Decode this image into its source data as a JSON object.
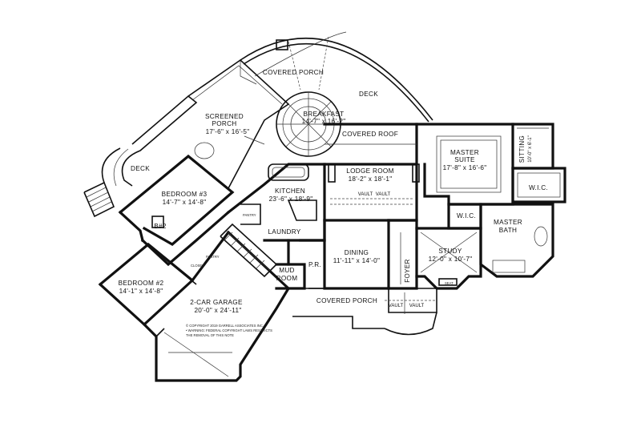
{
  "rooms": {
    "covered_porch_top": {
      "name": "COVERED PORCH"
    },
    "deck_right": {
      "name": "DECK"
    },
    "deck_left": {
      "name": "DECK"
    },
    "screened_porch": {
      "name_1": "SCREENED",
      "name_2": "PORCH",
      "dim": "17'-6\" x 16'-5\""
    },
    "breakfast": {
      "name": "BREAKFAST",
      "dim": "14'-7\" x 16'-2\""
    },
    "covered_roof": {
      "name": "COVERED ROOF"
    },
    "bedroom3": {
      "name": "BEDROOM #3",
      "dim": "14'-7\" x 14'-8\""
    },
    "kitchen": {
      "name": "KITCHEN",
      "dim": "23'-6\" x 18'-9\""
    },
    "lodge_room": {
      "name": "LODGE ROOM",
      "dim": "18'-2\" x 18'-1\"",
      "vault_1": "VAULT",
      "vault_2": "VAULT"
    },
    "master_suite": {
      "name_1": "MASTER",
      "name_2": "SUITE",
      "dim": "17'-8\" x 16'-6\""
    },
    "sitting": {
      "name": "SITTING",
      "dim": "10'-0\" x 6'-1\""
    },
    "wic_right": {
      "name": "W.I.C."
    },
    "wic_mid": {
      "name": "W.I.C."
    },
    "master_bath": {
      "name_1": "MASTER",
      "name_2": "BATH"
    },
    "bath2": {
      "name": "B#2"
    },
    "laundry": {
      "name": "LAUNDRY"
    },
    "pantry": {
      "name": "PANTRY"
    },
    "pantry_small": {
      "name": "PANTRY"
    },
    "closet": {
      "name": "CLOSET"
    },
    "dining": {
      "name": "DINING",
      "dim": "11'-11\" x 14'-0\""
    },
    "foyer": {
      "name": "FOYER"
    },
    "study": {
      "name": "STUDY",
      "dim": "12'-0\" x 10'-7\""
    },
    "seat": {
      "name": "SEAT"
    },
    "mud_room": {
      "name_1": "MUD",
      "name_2": "ROOM"
    },
    "powder": {
      "name": "P.R."
    },
    "bedroom2": {
      "name": "BEDROOM #2",
      "dim": "14'-1\" x 14'-8\""
    },
    "garage": {
      "name": "2-CAR GARAGE",
      "dim": "20'-0\" x 24'-11\""
    },
    "covered_porch_bottom": {
      "name": "COVERED PORCH",
      "vault_1": "VAULT",
      "vault_2": "VAULT"
    }
  },
  "copyright": {
    "line_1": "© COPYRIGHT 2019 GARRELL ASSOCIATES INC.",
    "line_2": "• WARNING: FEDERAL COPYRIGHT LAWS RESTRICTS",
    "line_3": "THE REMOVAL OF THIS NOTE"
  },
  "colors": {
    "line": "#111111",
    "background": "#ffffff"
  }
}
